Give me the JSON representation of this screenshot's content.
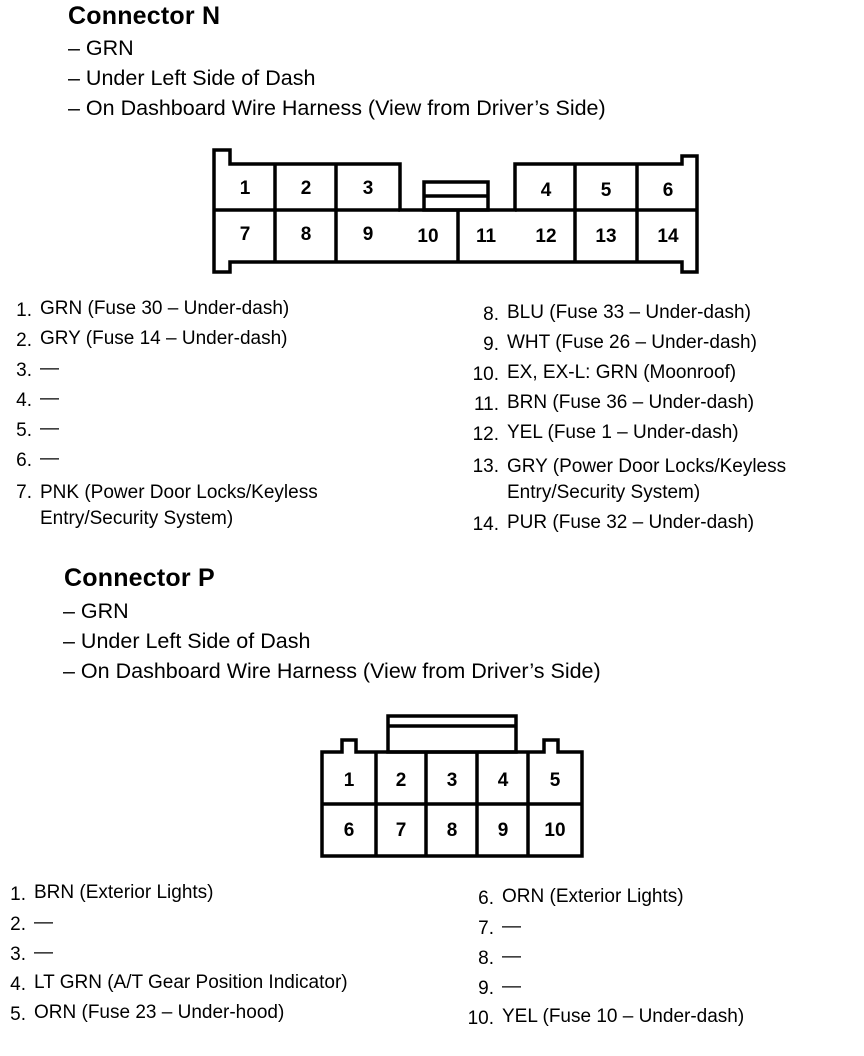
{
  "connector_n": {
    "title": "Connector N",
    "lines": [
      "– GRN",
      "– Under Left Side of Dash",
      "– On Dashboard Wire Harness (View from Driver’s Side)"
    ],
    "cells_top": [
      "1",
      "2",
      "3",
      "4",
      "5",
      "6"
    ],
    "cells_bottom": [
      "7",
      "8",
      "9",
      "10",
      "11",
      "12",
      "13",
      "14"
    ],
    "left_pins": [
      {
        "num": "1.",
        "text": "GRN (Fuse 30 – Under-dash)"
      },
      {
        "num": "2.",
        "text": "GRY (Fuse 14 – Under-dash)"
      },
      {
        "num": "3.",
        "text": "—"
      },
      {
        "num": "4.",
        "text": "—"
      },
      {
        "num": "5.",
        "text": "—"
      },
      {
        "num": "6.",
        "text": "—"
      },
      {
        "num": "7.",
        "text": "PNK (Power Door Locks/Keyless Entry/Security System)"
      }
    ],
    "right_pins": [
      {
        "num": "8.",
        "text": "BLU (Fuse 33 – Under-dash)"
      },
      {
        "num": "9.",
        "text": "WHT (Fuse 26 – Under-dash)"
      },
      {
        "num": "10.",
        "text": "EX, EX-L: GRN (Moonroof)"
      },
      {
        "num": "11.",
        "text": "BRN (Fuse 36 – Under-dash)"
      },
      {
        "num": "12.",
        "text": "YEL (Fuse 1 – Under-dash)"
      },
      {
        "num": "13.",
        "text": "GRY (Power Door Locks/Keyless Entry/Security System)"
      },
      {
        "num": "14.",
        "text": "PUR (Fuse 32 – Under-dash)"
      }
    ]
  },
  "connector_p": {
    "title": "Connector P",
    "lines": [
      "– GRN",
      "– Under Left Side of Dash",
      "– On Dashboard Wire Harness (View from Driver’s Side)"
    ],
    "cells_top": [
      "1",
      "2",
      "3",
      "4",
      "5"
    ],
    "cells_bottom": [
      "6",
      "7",
      "8",
      "9",
      "10"
    ],
    "left_pins": [
      {
        "num": "1.",
        "text": "BRN (Exterior Lights)"
      },
      {
        "num": "2.",
        "text": "—"
      },
      {
        "num": "3.",
        "text": "—"
      },
      {
        "num": "4.",
        "text": "LT GRN (A/T Gear Position Indicator)"
      },
      {
        "num": "5.",
        "text": "ORN (Fuse 23 – Under-hood)"
      }
    ],
    "right_pins": [
      {
        "num": "6.",
        "text": "ORN (Exterior Lights)"
      },
      {
        "num": "7.",
        "text": "—"
      },
      {
        "num": "8.",
        "text": "—"
      },
      {
        "num": "9.",
        "text": "—"
      },
      {
        "num": "10.",
        "text": "YEL (Fuse 10 – Under-dash)"
      }
    ]
  }
}
